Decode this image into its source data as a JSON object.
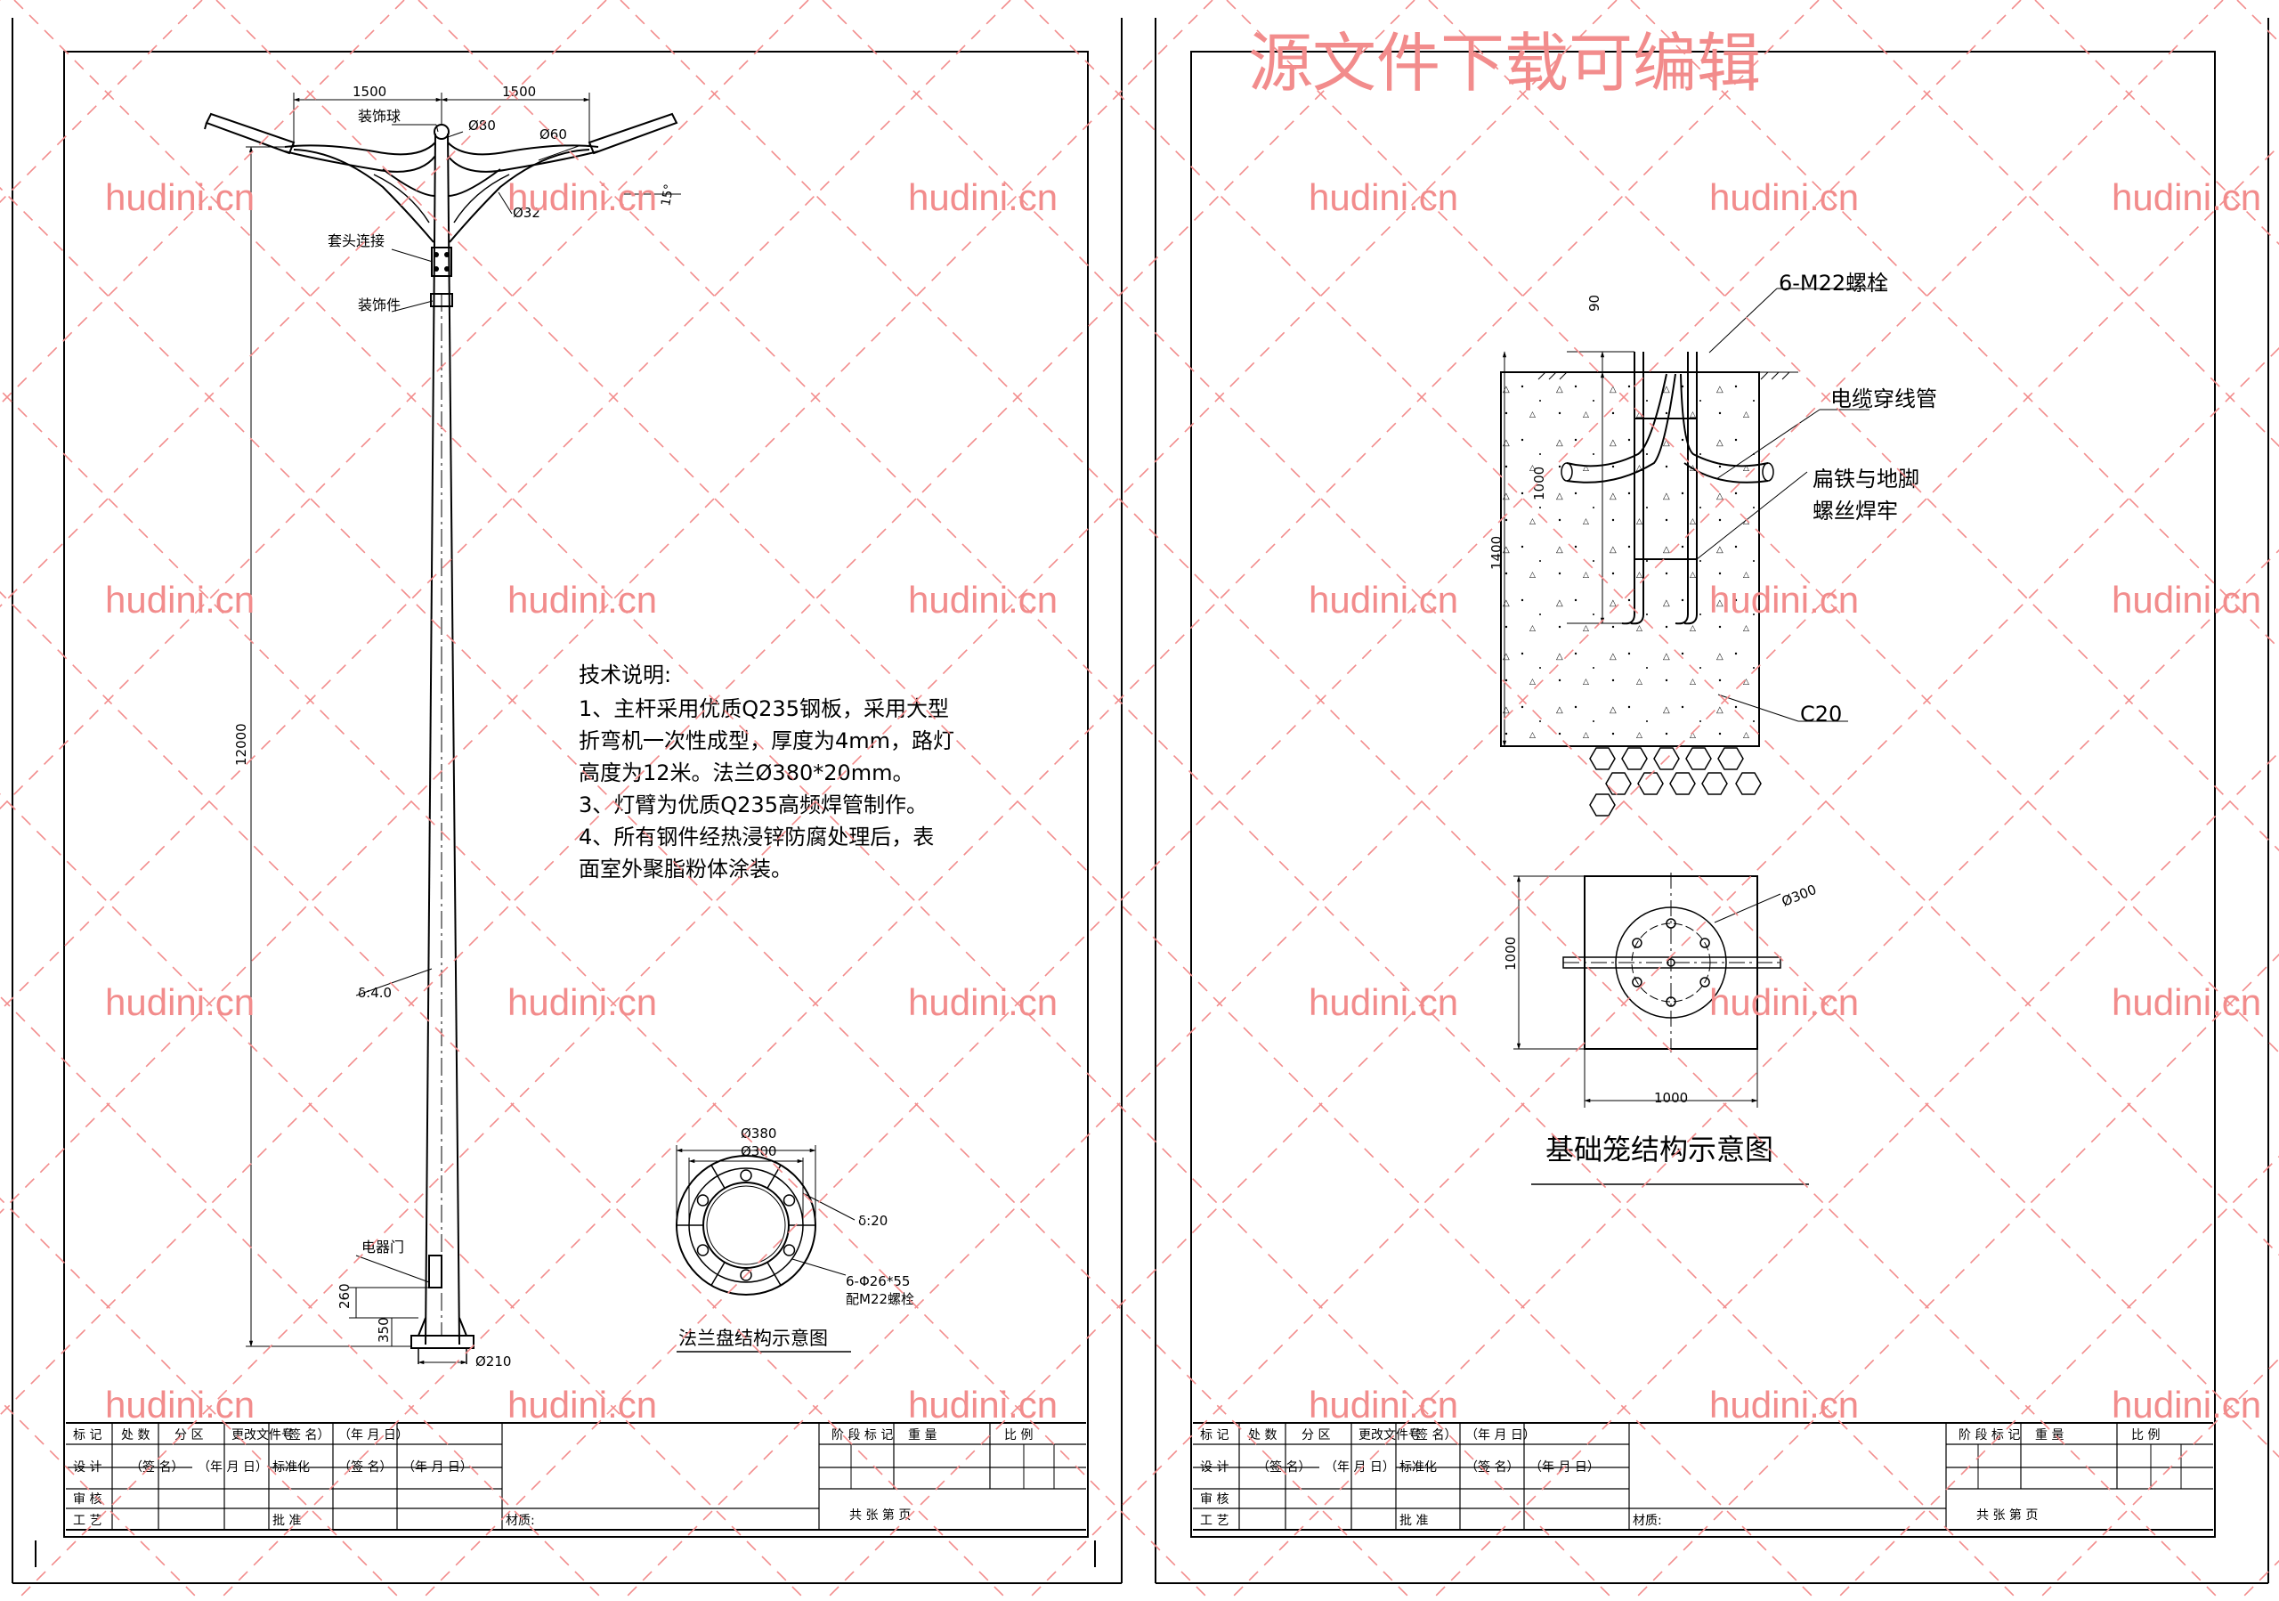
{
  "header": {
    "title": "源文件下载可编辑"
  },
  "watermark": {
    "text": "hudini.cn",
    "color": "#f28c8c"
  },
  "left_sheet": {
    "pole": {
      "dims": {
        "arm_left": "1500",
        "arm_right": "1500",
        "top_dia": "Ø80",
        "arm_dia": "Ø60",
        "small_dia": "Ø32",
        "height": "12000",
        "thickness": "δ:4.0",
        "door_height": "260",
        "base_height": "350",
        "base_dia": "Ø210",
        "tilt": "15°"
      },
      "labels": {
        "ball": "装饰球",
        "sleeve": "套头连接",
        "decor": "装饰件",
        "door": "电器门"
      }
    },
    "tech_notes": {
      "title": "技术说明:",
      "lines": [
        "1、主杆采用优质Q235钢板，采用大型",
        "折弯机一次性成型，厚度为4mm，路灯",
        "高度为12米。法兰Ø380*20mm。",
        "3、灯臂为优质Q235高频焊管制作。",
        "4、所有钢件经热浸锌防腐处理后，表",
        "面室外聚脂粉体涂装。"
      ]
    },
    "flange": {
      "outer": "Ø380",
      "inner": "Ø300",
      "thick": "δ:20",
      "holes": "6-Φ26*55",
      "bolt": "配M22螺栓",
      "caption": "法兰盘结构示意图"
    }
  },
  "right_sheet": {
    "foundation": {
      "bolt_label": "6-M22螺栓",
      "cable_label": "电缆穿线管",
      "flat_label_1": "扁铁与地脚",
      "flat_label_2": "螺丝焊牢",
      "concrete": "C20",
      "dim_90": "90",
      "dim_1000": "1000",
      "dim_1400": "1400"
    },
    "plan": {
      "dia": "Ø300",
      "side": "1000",
      "bottom": "1000",
      "caption": "基础笼结构示意图"
    }
  },
  "title_block": {
    "r1": [
      "标 记",
      "处 数",
      "分 区",
      "更改文件号",
      "（签 名）",
      "（年 月 日）"
    ],
    "r2": [
      "设 计",
      "（签 名）",
      "（年 月 日）",
      "标准化",
      "（签 名）",
      "（年 月 日）"
    ],
    "r3": [
      "审 核"
    ],
    "r4": [
      "工 艺",
      "批 准"
    ],
    "material": "材质:",
    "stage": "阶 段 标 记",
    "weight": "重 量",
    "scale": "比 例",
    "pages": "共    张    第    页"
  }
}
